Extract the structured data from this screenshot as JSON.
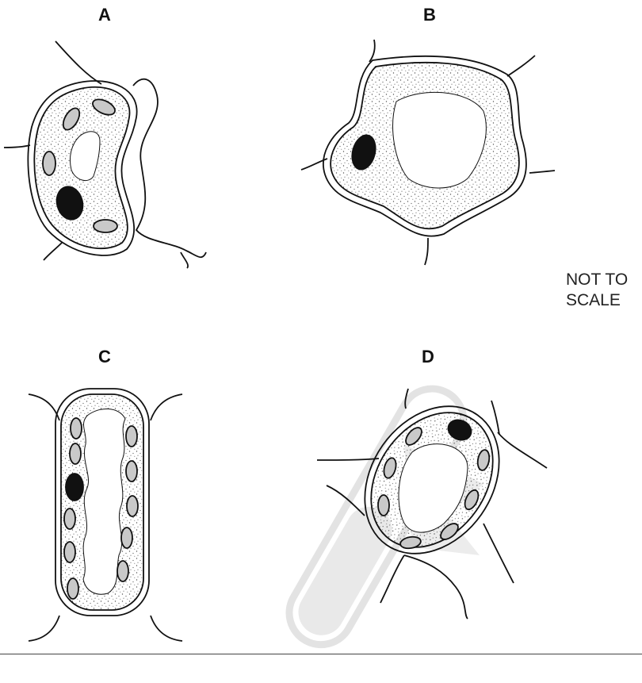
{
  "figure": {
    "labels": {
      "a": "A",
      "b": "B",
      "c": "C",
      "d": "D"
    },
    "note": {
      "line1": "NOT TO",
      "line2": "SCALE"
    }
  },
  "colors": {
    "stroke": "#111111",
    "chloroplast": "#c9c9c9",
    "nucleus": "#111111",
    "stipple": "#555555",
    "vacuole": "#ffffff",
    "watermark": "#e2e2e2"
  },
  "icons": {
    "watermark": "test-tube-logo"
  }
}
